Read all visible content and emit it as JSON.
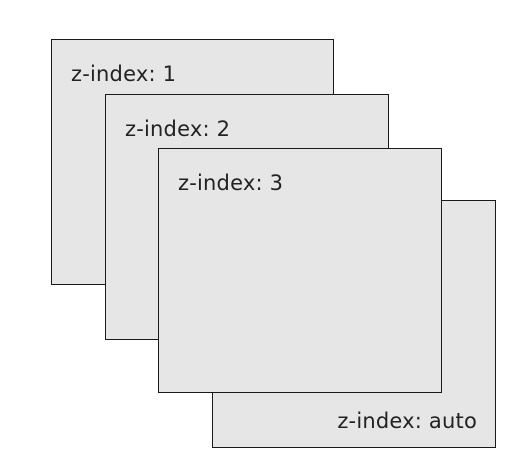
{
  "boxes": {
    "z1": {
      "label": "z-index: 1"
    },
    "z2": {
      "label": "z-index: 2"
    },
    "z3": {
      "label": "z-index: 3"
    },
    "auto": {
      "label": "z-index: auto"
    }
  }
}
